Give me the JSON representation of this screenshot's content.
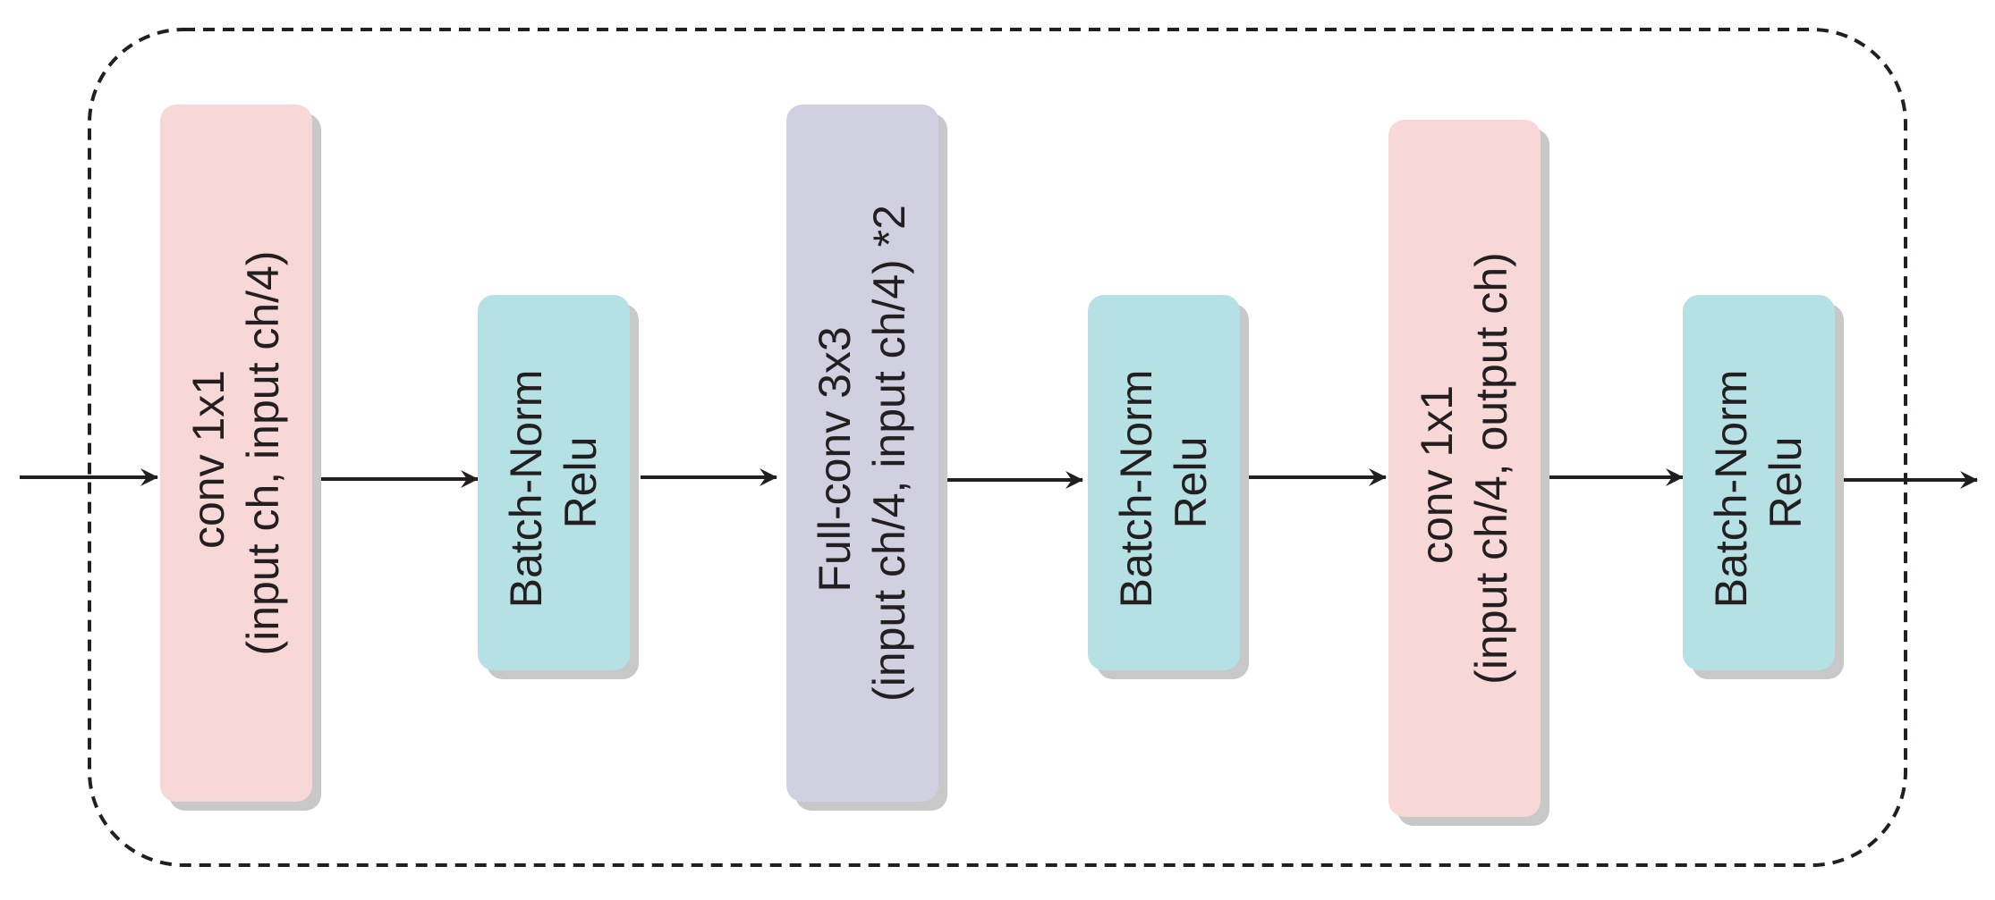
{
  "diagram": {
    "blocks": [
      {
        "id": "conv1",
        "lines": [
          "conv 1x1",
          "(input ch, input ch/4)"
        ],
        "fill": "#f8d7d7"
      },
      {
        "id": "bn1",
        "lines": [
          "Batch-Norm",
          "Relu"
        ],
        "fill": "#b5e0e4"
      },
      {
        "id": "fullconv",
        "lines": [
          "Full-conv 3x3",
          "(input ch/4, input ch/4) *2"
        ],
        "fill": "#d0d0e1"
      },
      {
        "id": "bn2",
        "lines": [
          "Batch-Norm",
          "Relu"
        ],
        "fill": "#b5e0e4"
      },
      {
        "id": "conv2",
        "lines": [
          "conv 1x1",
          "(input ch/4, output ch)"
        ],
        "fill": "#f8d7d7"
      },
      {
        "id": "bn3",
        "lines": [
          "Batch-Norm",
          "Relu"
        ],
        "fill": "#b5e0e4"
      }
    ],
    "colors": {
      "shadow": "#c8c8c8",
      "line": "#231f20",
      "text": "#231f20"
    }
  }
}
